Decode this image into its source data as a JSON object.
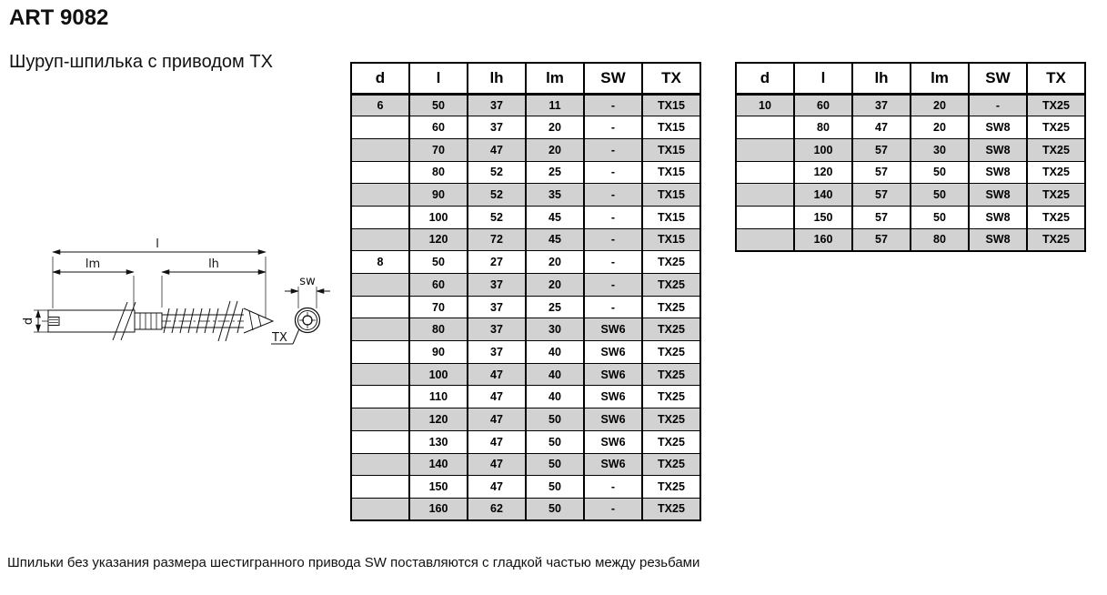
{
  "header": {
    "title": "ART 9082",
    "subtitle": "Шуруп-шпилька с приводом TX"
  },
  "footnote": "Шпильки без указания размера шестигранного привода SW поставляются с гладкой частью между резьбами",
  "drawing": {
    "labels": {
      "l": "l",
      "lm": "lm",
      "lh": "lh",
      "d": "d",
      "sw": "sw",
      "tx": "TX"
    }
  },
  "tables": [
    {
      "headers": [
        "d",
        "l",
        "lh",
        "lm",
        "SW",
        "TX"
      ],
      "rows": [
        [
          "6",
          "50",
          "37",
          "11",
          "-",
          "TX15"
        ],
        [
          "",
          "60",
          "37",
          "20",
          "-",
          "TX15"
        ],
        [
          "",
          "70",
          "47",
          "20",
          "-",
          "TX15"
        ],
        [
          "",
          "80",
          "52",
          "25",
          "-",
          "TX15"
        ],
        [
          "",
          "90",
          "52",
          "35",
          "-",
          "TX15"
        ],
        [
          "",
          "100",
          "52",
          "45",
          "-",
          "TX15"
        ],
        [
          "",
          "120",
          "72",
          "45",
          "-",
          "TX15"
        ],
        [
          "8",
          "50",
          "27",
          "20",
          "-",
          "TX25"
        ],
        [
          "",
          "60",
          "37",
          "20",
          "-",
          "TX25"
        ],
        [
          "",
          "70",
          "37",
          "25",
          "-",
          "TX25"
        ],
        [
          "",
          "80",
          "37",
          "30",
          "SW6",
          "TX25"
        ],
        [
          "",
          "90",
          "37",
          "40",
          "SW6",
          "TX25"
        ],
        [
          "",
          "100",
          "47",
          "40",
          "SW6",
          "TX25"
        ],
        [
          "",
          "110",
          "47",
          "40",
          "SW6",
          "TX25"
        ],
        [
          "",
          "120",
          "47",
          "50",
          "SW6",
          "TX25"
        ],
        [
          "",
          "130",
          "47",
          "50",
          "SW6",
          "TX25"
        ],
        [
          "",
          "140",
          "47",
          "50",
          "SW6",
          "TX25"
        ],
        [
          "",
          "150",
          "47",
          "50",
          "-",
          "TX25"
        ],
        [
          "",
          "160",
          "62",
          "50",
          "-",
          "TX25"
        ]
      ]
    },
    {
      "headers": [
        "d",
        "l",
        "lh",
        "lm",
        "SW",
        "TX"
      ],
      "rows": [
        [
          "10",
          "60",
          "37",
          "20",
          "-",
          "TX25"
        ],
        [
          "",
          "80",
          "47",
          "20",
          "SW8",
          "TX25"
        ],
        [
          "",
          "100",
          "57",
          "30",
          "SW8",
          "TX25"
        ],
        [
          "",
          "120",
          "57",
          "50",
          "SW8",
          "TX25"
        ],
        [
          "",
          "140",
          "57",
          "50",
          "SW8",
          "TX25"
        ],
        [
          "",
          "150",
          "57",
          "50",
          "SW8",
          "TX25"
        ],
        [
          "",
          "160",
          "57",
          "80",
          "SW8",
          "TX25"
        ]
      ]
    }
  ],
  "colors": {
    "row_alt": "#d2d2d2",
    "border": "#000000",
    "text": "#000000"
  }
}
